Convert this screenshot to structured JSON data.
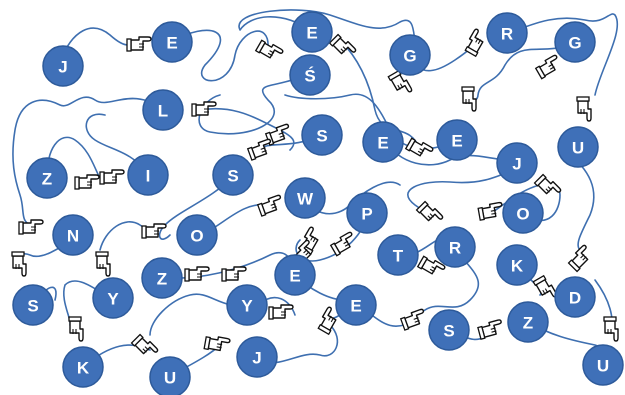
{
  "puzzle": {
    "letters": [
      "J",
      "E",
      "E",
      "Ś",
      "R",
      "G",
      "G",
      "L",
      "S",
      "E",
      "E",
      "U",
      "J",
      "Z",
      "I",
      "S",
      "W",
      "P",
      "O",
      "N",
      "O",
      "R",
      "K",
      "S",
      "Y",
      "Z",
      "E",
      "T",
      "Y",
      "E",
      "D",
      "Z",
      "S",
      "K",
      "U",
      "J",
      "U"
    ],
    "colors": {
      "ball_fill": "#3f70b8",
      "ball_stroke": "#2d5a9a",
      "letter": "#ffffff",
      "line": "#3e6fb0"
    },
    "icons": [
      "pointing-hand-icon"
    ]
  }
}
